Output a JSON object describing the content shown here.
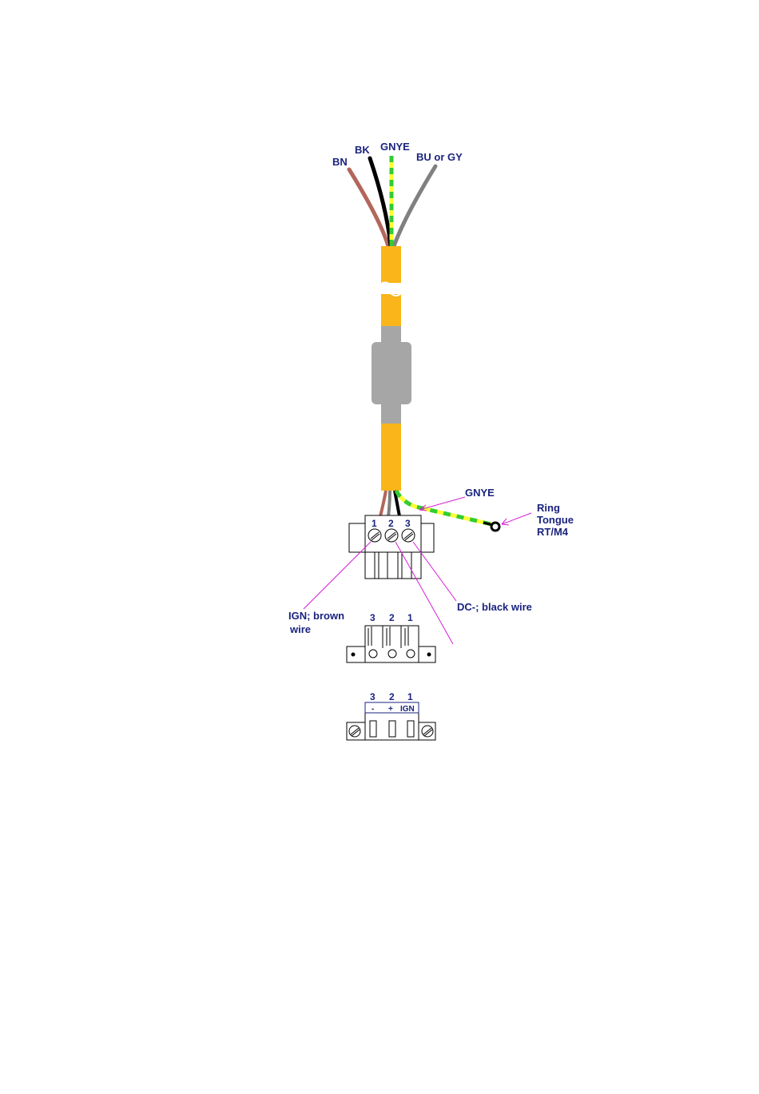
{
  "wire_labels": {
    "bn": "BN",
    "bk": "BK",
    "gnye": "GNYE",
    "bu_gy": "BU or GY"
  },
  "earth_wire_label": "GNYE",
  "ring_tongue": {
    "line1": "Ring",
    "line2": "Tongue",
    "line3": "RT/M4"
  },
  "callouts": {
    "ign_line1": "IGN; brown",
    "ign_line2": "wire",
    "dc_minus": "DC-; black wire"
  },
  "connector_top": {
    "pins": [
      "1",
      "2",
      "3"
    ]
  },
  "connector_side": {
    "pins": [
      "3",
      "2",
      "1"
    ]
  },
  "connector_front": {
    "pins": [
      "3",
      "2",
      "1"
    ],
    "polarity": [
      "-",
      "+",
      "IGN"
    ]
  },
  "colors": {
    "jacket": "#f9b51a",
    "ferrite": "#a6a6a6",
    "brown": "#b3665b",
    "black": "#000000",
    "grey": "#808080",
    "green": "#33cc33",
    "yellow": "#ffff33",
    "label": "#1a237e",
    "leader": "#d81bd8"
  }
}
